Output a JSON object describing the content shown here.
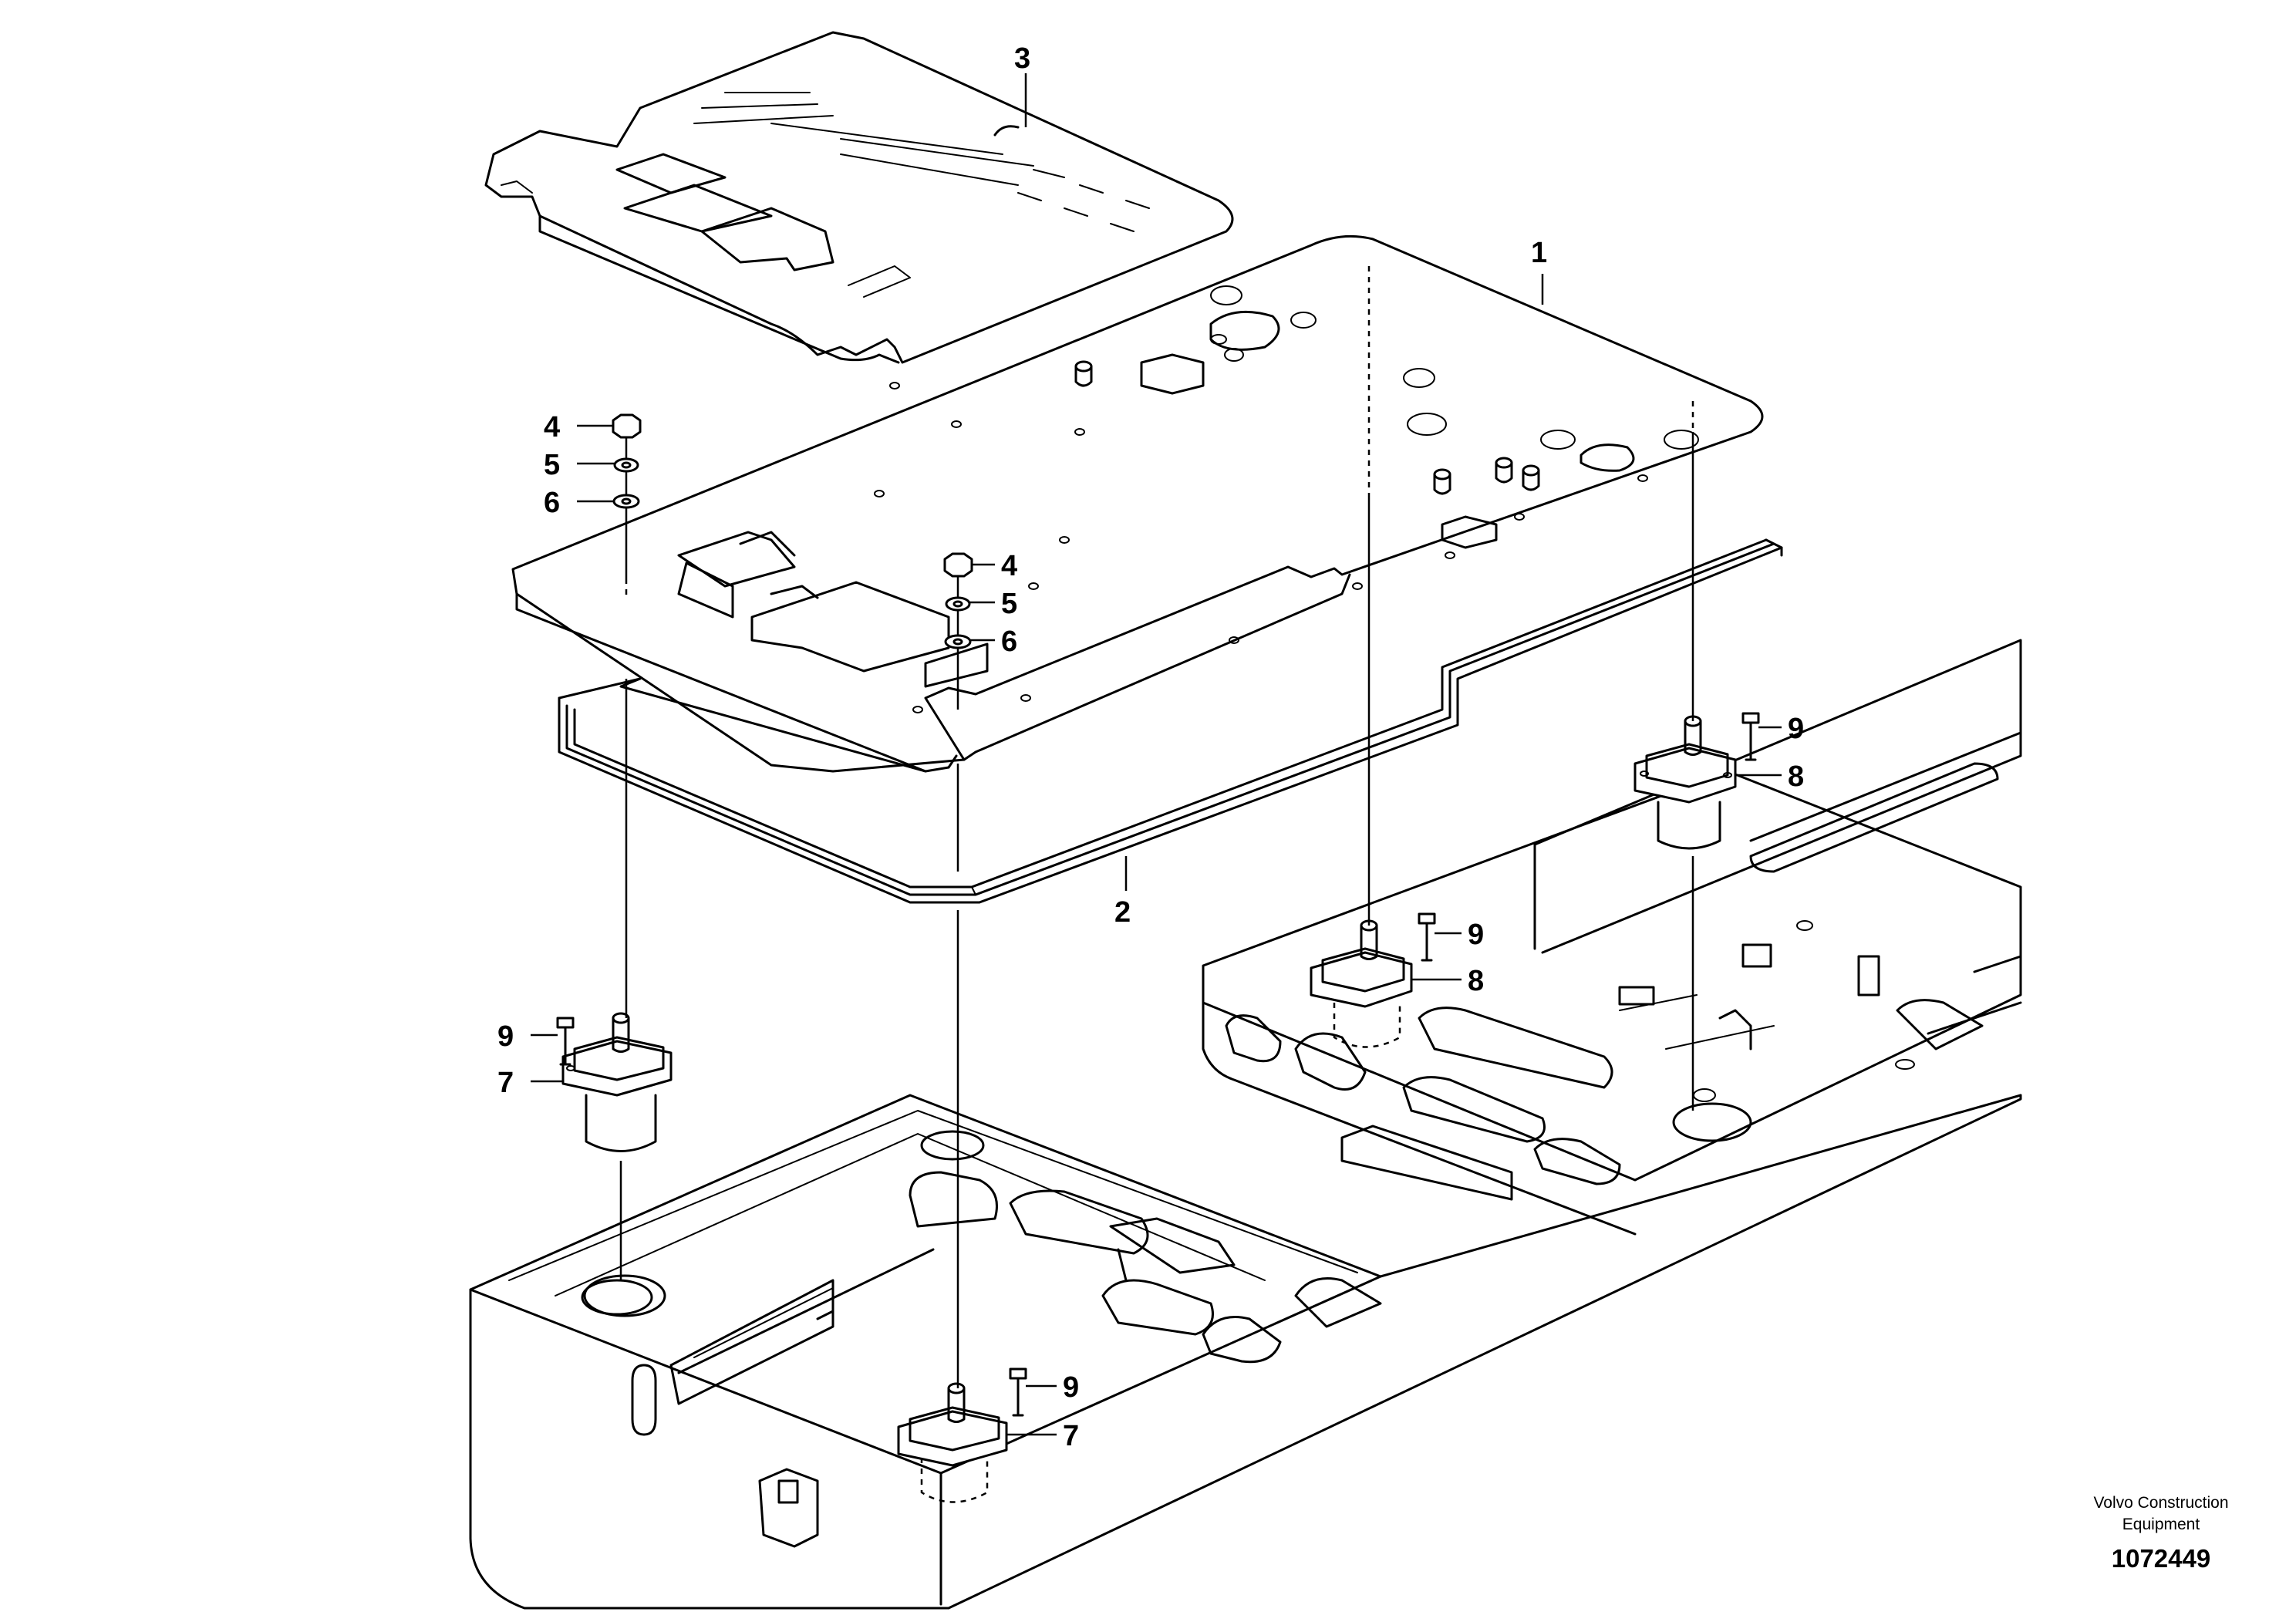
{
  "callouts": {
    "c1": "1",
    "c2": "2",
    "c3": "3",
    "c4a": "4",
    "c5a": "5",
    "c6a": "6",
    "c4b": "4",
    "c5b": "5",
    "c6b": "6",
    "c9a": "9",
    "c8a": "8",
    "c9b": "9",
    "c8b": "8",
    "c9c": "9",
    "c7a": "7",
    "c9d": "9",
    "c7b": "7"
  },
  "footer": {
    "brand_line1": "Volvo Construction",
    "brand_line2": "Equipment",
    "illustration_number": "1072449"
  }
}
